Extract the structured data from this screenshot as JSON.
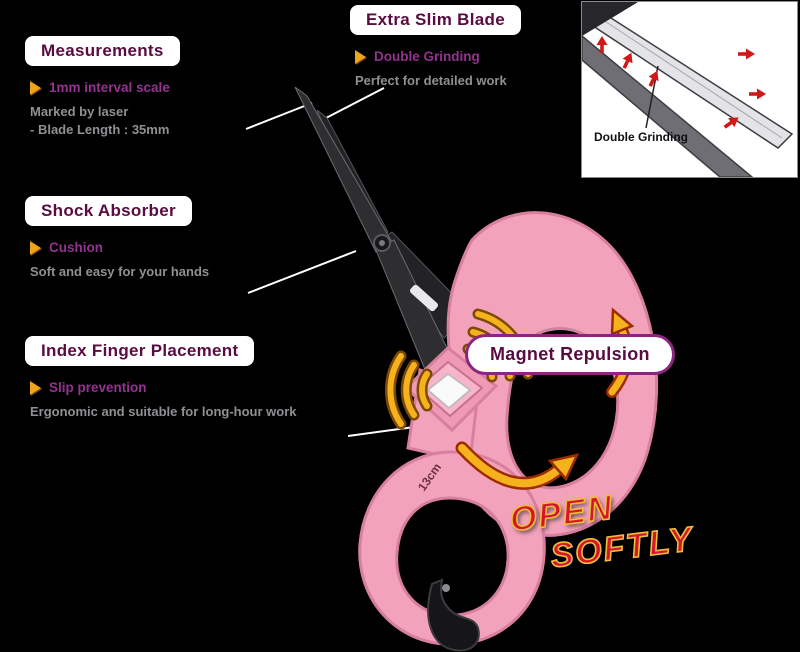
{
  "callouts": {
    "extra_slim_blade": {
      "title": "Extra Slim Blade",
      "feature": "Double Grinding",
      "description": "Perfect for detailed work"
    },
    "measurements": {
      "title": "Measurements",
      "feature": "1mm interval scale",
      "description_line1": "Marked by laser",
      "description_line2": "- Blade Length : 35mm"
    },
    "shock_absorber": {
      "title": "Shock Absorber",
      "feature": "Cushion",
      "description": "Soft and easy for your hands"
    },
    "index_finger_placement": {
      "title": "Index Finger Placement",
      "feature": "Slip prevention",
      "description": "Ergonomic and suitable for long-hour work"
    },
    "magnet_repulsion": {
      "title": "Magnet Repulsion"
    }
  },
  "inset": {
    "label": "Double Grinding"
  },
  "open_softly": {
    "line1": "OPEN",
    "line2": "SOFTLY"
  },
  "product": {
    "size_label": "13cm"
  },
  "icons": {
    "arrow-right-bullet-icon": "orange triangle ▶",
    "magnet-wave-arcs-icon": "repulsion signal arcs",
    "open-motion-arrow-icon": "curved gold arrows",
    "grind-direction-arrows-icon": "small red arrows"
  },
  "colors": {
    "background": "#000000",
    "pill_text": "#5a0b42",
    "magnet_pill_border": "#8c2580",
    "accent_purple": "#93338f",
    "description_gray": "#909094",
    "handle_pink": "#f2a3bb",
    "gold": "#f6b21d",
    "open_red": "#d6152c",
    "inset_arrow_red": "#d01818"
  }
}
